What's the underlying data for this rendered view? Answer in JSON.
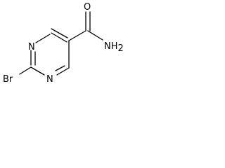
{
  "molecule": {
    "atoms": {
      "n_top": "N",
      "n_bottom": "N",
      "carbonyl_o": "O",
      "amide_n": "NH",
      "amide_n_sub": "2",
      "bromo": "Br"
    }
  }
}
